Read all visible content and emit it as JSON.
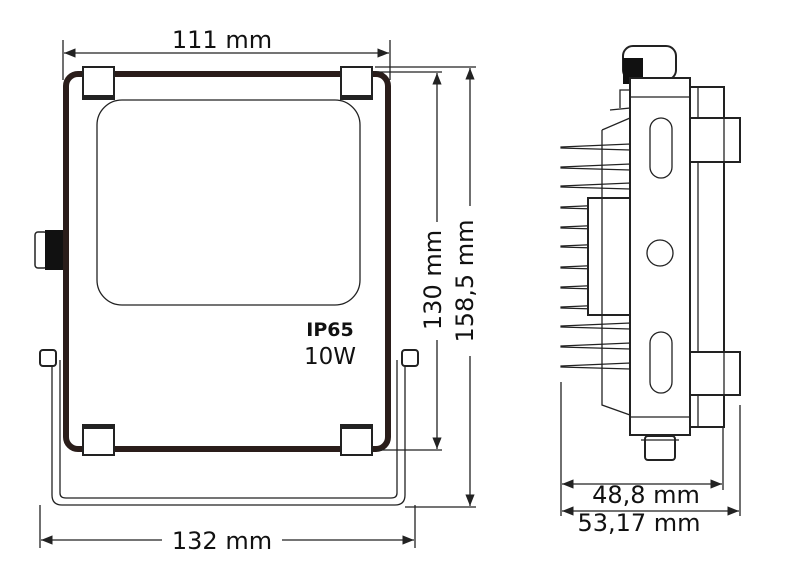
{
  "front_view": {
    "width_label": "111 mm",
    "bracket_width_label": "132 mm",
    "height_label": "130 mm",
    "total_height_label": "158,5 mm",
    "rating_ip": "IP65",
    "rating_power": "10W"
  },
  "side_view": {
    "depth_label": "48,8 mm",
    "total_depth_label": "53,17 mm"
  },
  "colors": {
    "line": "#222222",
    "background": "#ffffff"
  }
}
